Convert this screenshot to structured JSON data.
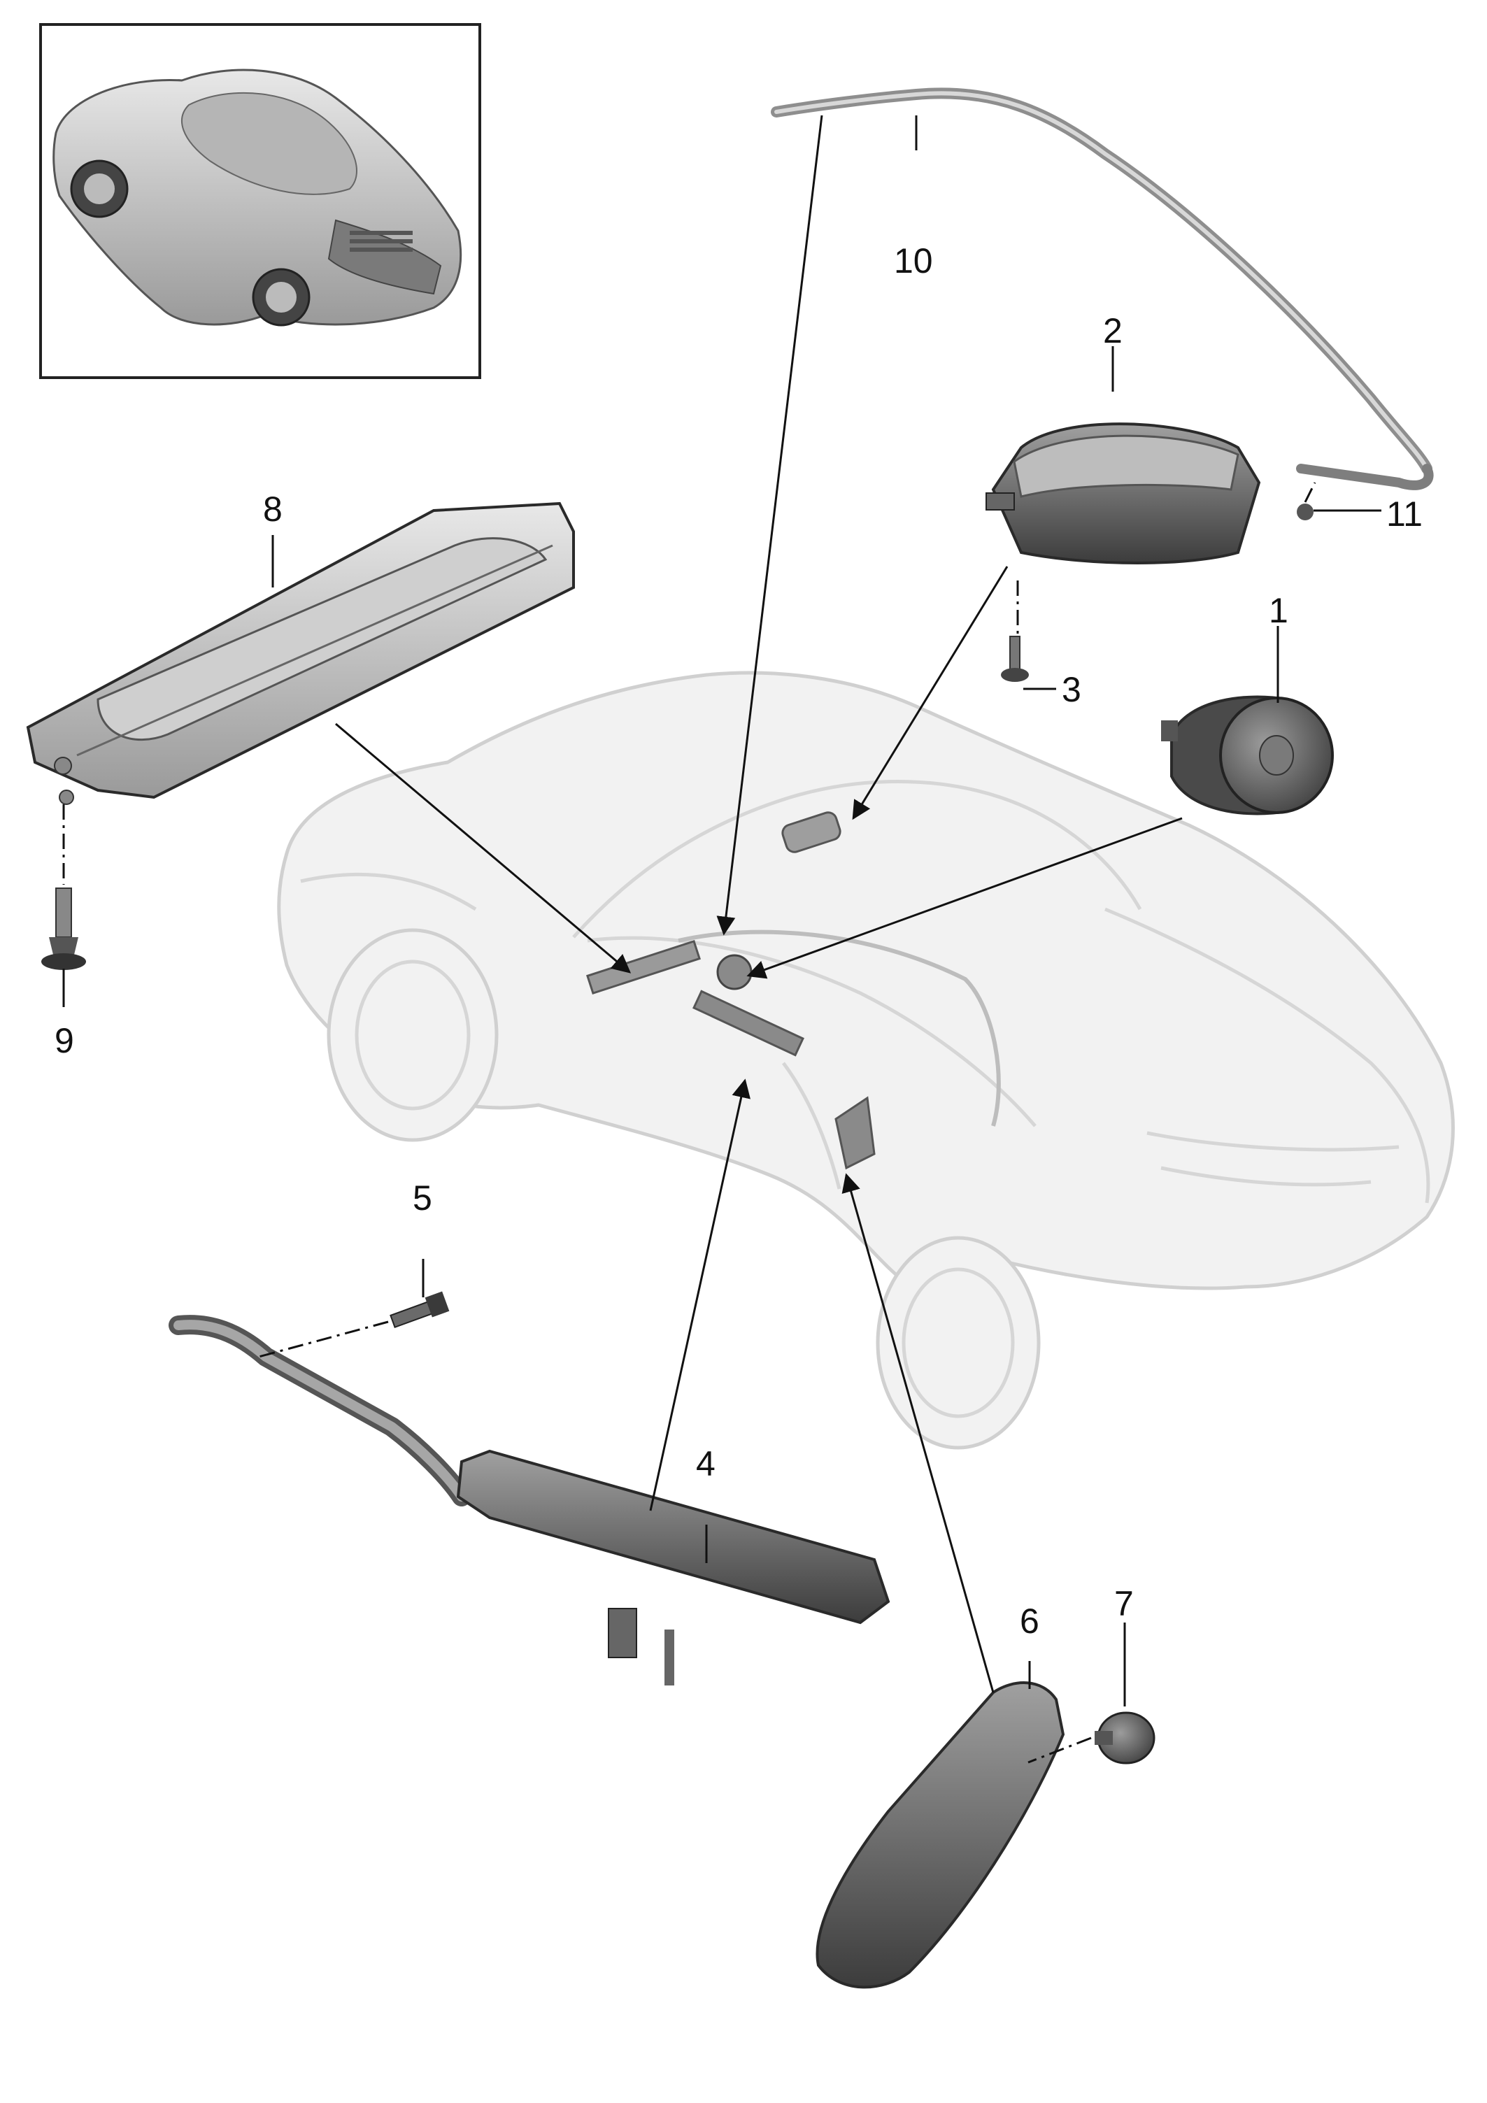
{
  "callouts": {
    "c1": "1",
    "c2": "2",
    "c3": "3",
    "c4": "4",
    "c5": "5",
    "c6": "6",
    "c7": "7",
    "c8": "8",
    "c9": "9",
    "c10": "10",
    "c11": "11"
  },
  "colors": {
    "part_dark": "#3a3a3a",
    "part_mid": "#8a8a8a",
    "part_light": "#c4c4c4",
    "car_ghost": "#f2f2f2",
    "line": "#111111"
  }
}
